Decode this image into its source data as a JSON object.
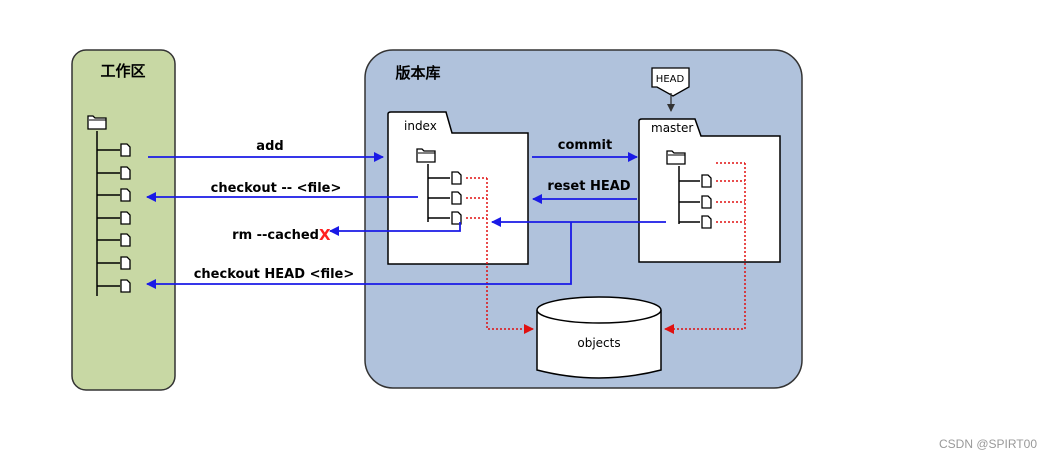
{
  "workspace": {
    "title": "工作区"
  },
  "repository": {
    "title": "版本库"
  },
  "index": {
    "label": "index"
  },
  "master": {
    "label": "master"
  },
  "head": {
    "label": "HEAD"
  },
  "objects": {
    "label": "objects"
  },
  "arrows": {
    "add": "add",
    "checkout_file": "checkout -- <file>",
    "rm_cached": "rm --cached",
    "rm_x": "X",
    "checkout_head_file": "checkout HEAD <file>",
    "commit": "commit",
    "reset_head": "reset HEAD"
  },
  "watermark": "CSDN @SPIRT00",
  "colors": {
    "workspace_fill": "#c8d8a4",
    "repository_fill": "#b0c2dc",
    "arrow_blue": "#1a1ae6",
    "dotted_red": "#e01010",
    "x_red": "#ff2020"
  }
}
